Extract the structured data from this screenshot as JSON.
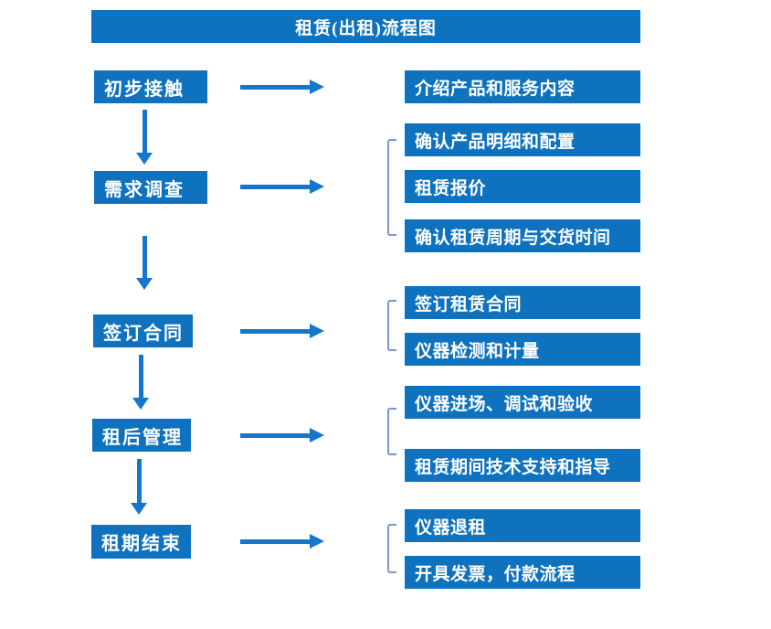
{
  "title": "租赁(出租)流程图",
  "colors": {
    "primary_blue": "#0E72BE",
    "arrow_blue": "#1576CE",
    "bracket_blue": "#7696CE",
    "text_white": "#FFFFFF",
    "background": "#FFFFFF"
  },
  "icons": {
    "arrow_right": "→",
    "arrow_down": "↓"
  },
  "steps": [
    {
      "label": "初步接触",
      "outputs": [
        "介绍产品和服务内容"
      ]
    },
    {
      "label": "需求调查",
      "outputs": [
        "确认产品明细和配置",
        "租赁报价",
        "确认租赁周期与交货时间"
      ]
    },
    {
      "label": "签订合同",
      "outputs": [
        "签订租赁合同",
        "仪器检测和计量"
      ]
    },
    {
      "label": "租后管理",
      "outputs": [
        "仪器进场、调试和验收",
        "租赁期间技术支持和指导"
      ]
    },
    {
      "label": "租期结束",
      "outputs": [
        "仪器退租",
        "开具发票，付款流程"
      ]
    }
  ]
}
